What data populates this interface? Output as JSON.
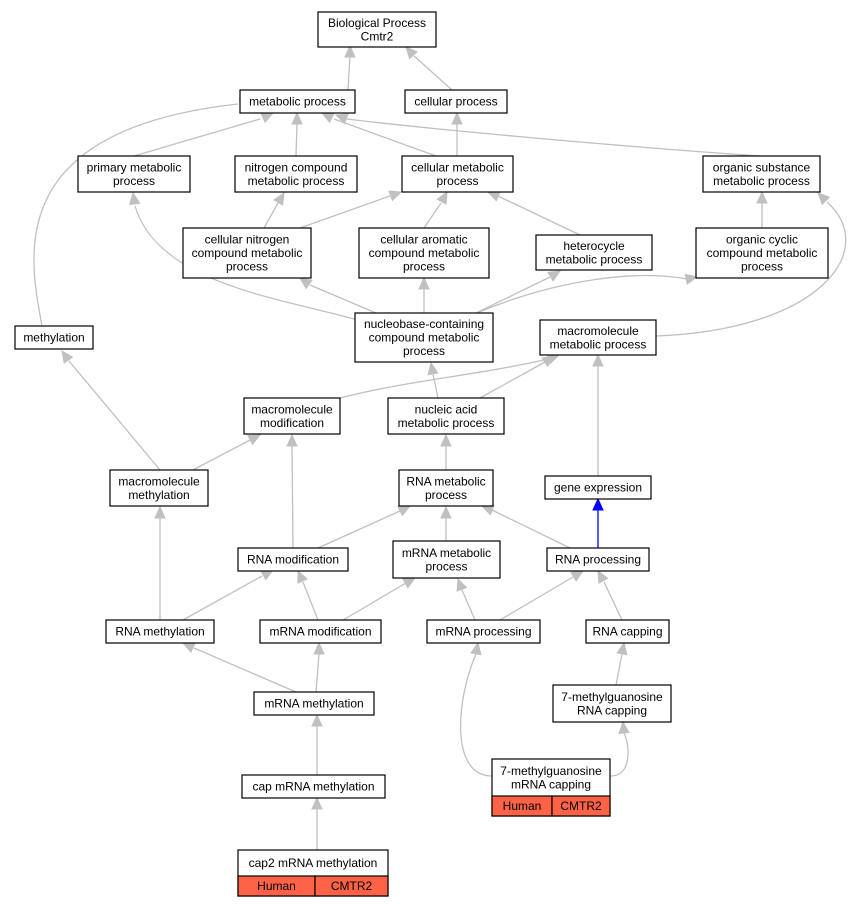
{
  "graph": {
    "colors": {
      "edge": "#c0c0c0",
      "edge_highlight": "#0000ff",
      "annotation": "#ff6347",
      "node_border": "#000000"
    },
    "nodes": [
      {
        "id": "bp",
        "lines": [
          "Biological Process",
          "Cmtr2"
        ]
      },
      {
        "id": "metabolic",
        "lines": [
          "metabolic process"
        ]
      },
      {
        "id": "cellular",
        "lines": [
          "cellular process"
        ]
      },
      {
        "id": "primary",
        "lines": [
          "primary metabolic",
          "process"
        ]
      },
      {
        "id": "nitrogen",
        "lines": [
          "nitrogen compound",
          "metabolic process"
        ]
      },
      {
        "id": "cellmeta",
        "lines": [
          "cellular metabolic",
          "process"
        ]
      },
      {
        "id": "organicsub",
        "lines": [
          "organic substance",
          "metabolic process"
        ]
      },
      {
        "id": "cellnitro",
        "lines": [
          "cellular nitrogen",
          "compound metabolic",
          "process"
        ]
      },
      {
        "id": "cellarom",
        "lines": [
          "cellular aromatic",
          "compound metabolic",
          "process"
        ]
      },
      {
        "id": "hetero",
        "lines": [
          "heterocycle",
          "metabolic process"
        ]
      },
      {
        "id": "orgcyclic",
        "lines": [
          "organic cyclic",
          "compound metabolic",
          "process"
        ]
      },
      {
        "id": "methylation",
        "lines": [
          "methylation"
        ]
      },
      {
        "id": "nucleobase",
        "lines": [
          "nucleobase-containing",
          "compound metabolic",
          "process"
        ]
      },
      {
        "id": "macromet",
        "lines": [
          "macromolecule",
          "metabolic process"
        ]
      },
      {
        "id": "macromod",
        "lines": [
          "macromolecule",
          "modification"
        ]
      },
      {
        "id": "nucacid",
        "lines": [
          "nucleic acid",
          "metabolic process"
        ]
      },
      {
        "id": "macromethyl",
        "lines": [
          "macromolecule",
          "methylation"
        ]
      },
      {
        "id": "rnameta",
        "lines": [
          "RNA metabolic",
          "process"
        ]
      },
      {
        "id": "geneexp",
        "lines": [
          "gene expression"
        ]
      },
      {
        "id": "rnamod",
        "lines": [
          "RNA modification"
        ]
      },
      {
        "id": "mrnameta",
        "lines": [
          "mRNA metabolic",
          "process"
        ]
      },
      {
        "id": "rnaproc",
        "lines": [
          "RNA processing"
        ]
      },
      {
        "id": "rnamethyl",
        "lines": [
          "RNA methylation"
        ]
      },
      {
        "id": "mrnamod",
        "lines": [
          "mRNA modification"
        ]
      },
      {
        "id": "mrnaproc",
        "lines": [
          "mRNA processing"
        ]
      },
      {
        "id": "rnacap",
        "lines": [
          "RNA capping"
        ]
      },
      {
        "id": "mrnamethyl",
        "lines": [
          "mRNA methylation"
        ]
      },
      {
        "id": "m7grna",
        "lines": [
          "7-methylguanosine",
          "RNA capping"
        ]
      },
      {
        "id": "m7gmrna",
        "lines": [
          "7-methylguanosine",
          "mRNA capping"
        ],
        "annotations": [
          "Human",
          "CMTR2"
        ]
      },
      {
        "id": "capmeth",
        "lines": [
          "cap mRNA methylation"
        ]
      },
      {
        "id": "cap2",
        "lines": [
          "cap2 mRNA methylation"
        ],
        "annotations": [
          "Human",
          "CMTR2"
        ]
      }
    ]
  }
}
